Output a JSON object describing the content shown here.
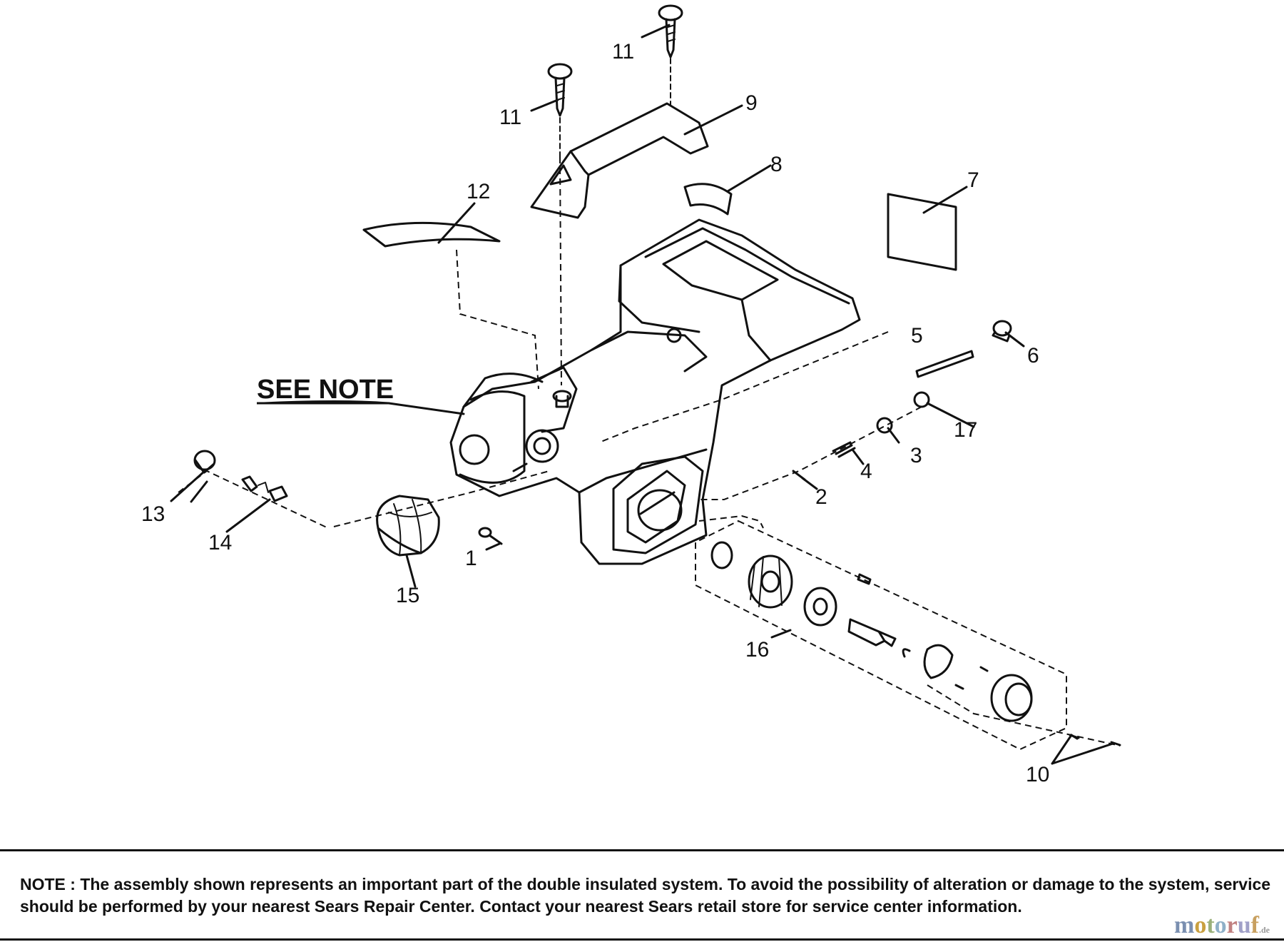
{
  "callouts": {
    "c1": "1",
    "c2": "2",
    "c3": "3",
    "c4": "4",
    "c5": "5",
    "c6": "6",
    "c7": "7",
    "c8": "8",
    "c9": "9",
    "c10": "10",
    "c11a": "11",
    "c11b": "11",
    "c12": "12",
    "c13": "13",
    "c14": "14",
    "c15": "15",
    "c16": "16",
    "c17": "17"
  },
  "see_note": "SEE NOTE",
  "note": "NOTE : The assembly shown represents an important part of the double insulated system. To avoid the possibility of alteration or damage to the system, service should be performed by your nearest Sears Repair Center. Contact your nearest Sears retail store for service center information.",
  "watermark": {
    "m": "m",
    "o1": "o",
    "t": "t",
    "o2": "o",
    "r": "r",
    "u": "u",
    "f": "f",
    "tld": ".de"
  }
}
